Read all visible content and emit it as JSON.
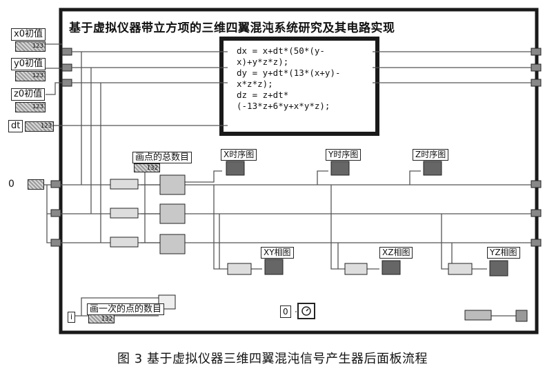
{
  "diagram": {
    "title": "基于虚拟仪器带立方项的三维四翼混沌系统研究及其电路实现",
    "controls": [
      {
        "id": "x0",
        "label": "x0初值",
        "value": "123"
      },
      {
        "id": "y0",
        "label": "y0初值",
        "value": "123"
      },
      {
        "id": "z0",
        "label": "z0初值",
        "value": "123"
      },
      {
        "id": "dt",
        "label": "dt",
        "value": "123"
      }
    ],
    "init_constant": "0",
    "formula": "dx = x+dt*(50*(y-x)+y*z*z);\ndy = y+dt*(13*(x+y)-x*z*z);\ndz = z+dt*(-13*z+6*y+x*y*z);",
    "total_points_label": "画点的总数目",
    "total_points_value": "I32",
    "time_graphs": [
      "X时序图",
      "Y时序图",
      "Z时序图"
    ],
    "phase_graphs": [
      "XY相图",
      "XZ相图",
      "YZ相图"
    ],
    "per_draw_label": "画一次的点的数目",
    "per_draw_value": "I32",
    "wait_constant": "0",
    "caption": "图 3  基于虚拟仪器三维四翼混沌信号产生器后面板流程"
  },
  "colors": {
    "frame": "#1a1a1a",
    "wire": "#555555",
    "hatch": "#9a9a9a",
    "node": "#2a2a2a"
  }
}
